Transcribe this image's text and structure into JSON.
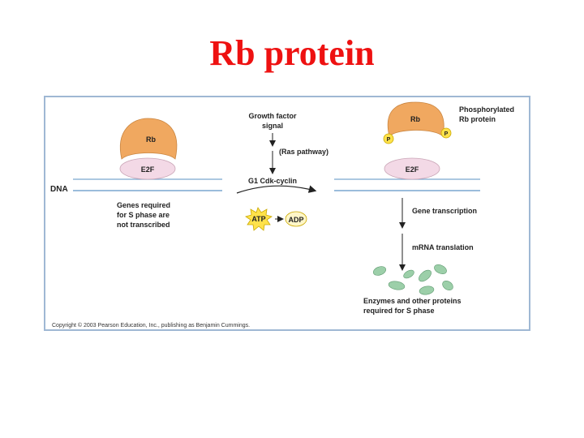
{
  "slide": {
    "title": "Rb protein"
  },
  "figure": {
    "left_complex": {
      "rb_label": "Rb",
      "e2f_label": "E2F"
    },
    "right_complex": {
      "rb_label": "Rb",
      "e2f_label": "E2F",
      "phosphate_label": "P",
      "caption_line1": "Phosphorylated",
      "caption_line2": "Rb protein"
    },
    "dna_label": "DNA",
    "signal": {
      "line1": "Growth factor",
      "line2": "signal",
      "ras": "(Ras pathway)",
      "cdk": "G1 Cdk-cyclin",
      "atp": "ATP",
      "adp": "ADP"
    },
    "genes_note": {
      "line1": "Genes required",
      "line2": "for S phase are",
      "line3": "not transcribed"
    },
    "gene_transcription": "Gene transcription",
    "mrna_translation": "mRNA translation",
    "enzymes_line1": "Enzymes and other proteins",
    "enzymes_line2": "required for S phase",
    "copyright": "Copyright © 2003 Pearson Education, Inc., publishing as Benjamin Cummings.",
    "colors": {
      "rb_fill": "#f0a860",
      "e2f_fill": "#f3d9e6",
      "dna_line": "#7aa6cf",
      "atp_fill": "#ffe24a",
      "protein_fill": "#9ccfa9",
      "title_red": "#ee1111"
    }
  }
}
